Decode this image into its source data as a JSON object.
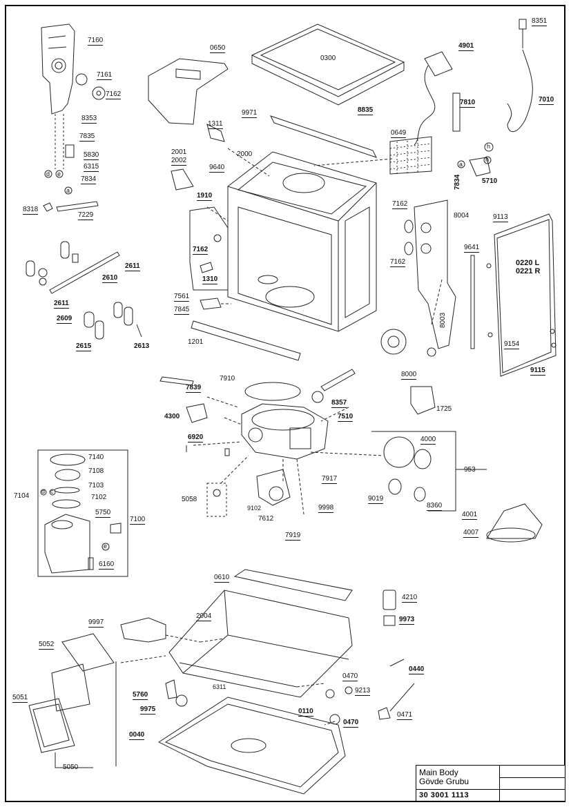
{
  "diagram": {
    "part_labels": [
      "7160",
      "7161",
      "7162",
      "8353",
      "7835",
      "5830",
      "6315",
      "7834",
      "8318",
      "7229",
      "2610",
      "2611",
      "2611",
      "2609",
      "2615",
      "2613",
      "0650",
      "0300",
      "4901",
      "8351",
      "7010",
      "7810",
      "9971",
      "8835",
      "0649",
      "1311",
      "2000",
      "2001",
      "2002",
      "9640",
      "1910",
      "7162",
      "1310",
      "7561",
      "7845",
      "1201",
      "7162",
      "7162",
      "8004",
      "9113",
      "9641",
      "0220 L",
      "0221 R",
      "9154",
      "9115",
      "8003",
      "8000",
      "5710",
      "7834",
      "7839",
      "7910",
      "4300",
      "7510",
      "8357",
      "1725",
      "6920",
      "7917",
      "4000",
      "953",
      "9019",
      "8360",
      "4001",
      "4007",
      "5058",
      "9102",
      "7612",
      "9998",
      "7919",
      "7140",
      "7108",
      "7103",
      "7102",
      "7104",
      "5750",
      "7100",
      "6160",
      "0610",
      "4210",
      "9973",
      "2004",
      "9997",
      "5052",
      "0440",
      "0470",
      "9213",
      "0470",
      "0471",
      "5760",
      "6311",
      "9975",
      "0110",
      "0040",
      "5051",
      "5050"
    ],
    "callout_letters": [
      "d",
      "e",
      "a",
      "h",
      "h",
      "a",
      "d",
      "c",
      "e"
    ]
  },
  "title_block": {
    "line1": "Main Body",
    "line2": "Gövde Grubu",
    "code": "30 3001 1113"
  }
}
